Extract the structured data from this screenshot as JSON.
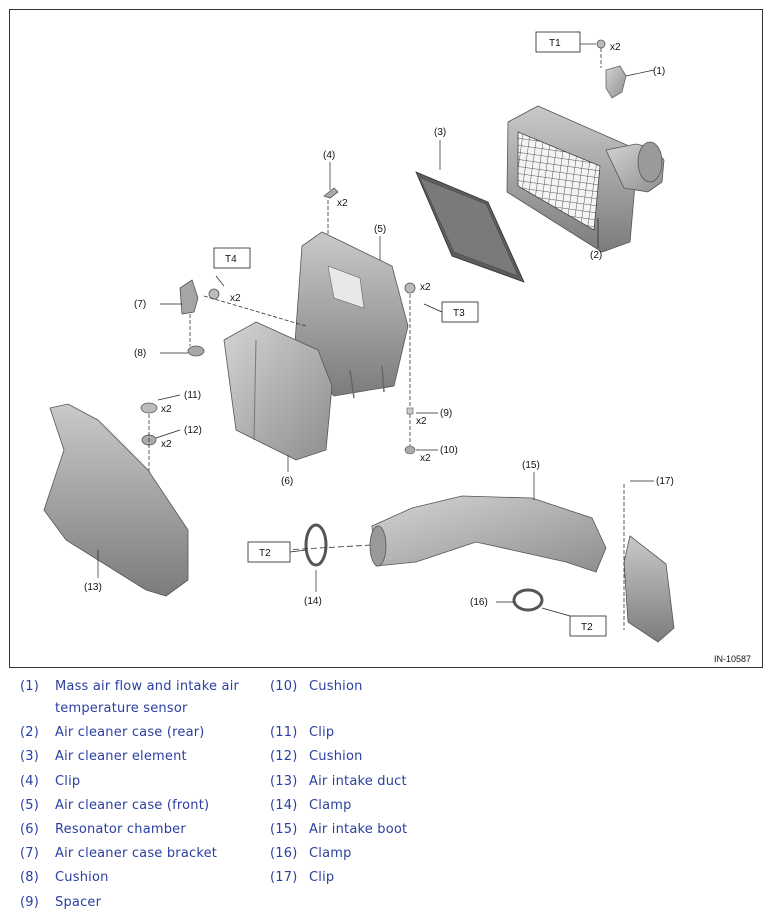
{
  "diagram": {
    "image_id_label": "IN-10587",
    "multiplier_label": "x2",
    "callouts": {
      "c1": "(1)",
      "c2": "(2)",
      "c3": "(3)",
      "c4": "(4)",
      "c5": "(5)",
      "c6": "(6)",
      "c7": "(7)",
      "c8": "(8)",
      "c9": "(9)",
      "c10": "(10)",
      "c11": "(11)",
      "c12": "(12)",
      "c13": "(13)",
      "c14": "(14)",
      "c15": "(15)",
      "c16": "(16)",
      "c17": "(17)"
    },
    "torque_tags": {
      "t1": "T1",
      "t2": "T2",
      "t3": "T3",
      "t4": "T4"
    }
  },
  "legend": {
    "left": [
      {
        "num": "(1)",
        "text": "Mass air flow and intake air"
      },
      {
        "num": "",
        "text": "temperature sensor"
      },
      {
        "num": "(2)",
        "text": "Air cleaner case (rear)"
      },
      {
        "num": "(3)",
        "text": "Air cleaner element"
      },
      {
        "num": "(4)",
        "text": "Clip"
      },
      {
        "num": "(5)",
        "text": "Air cleaner case (front)"
      },
      {
        "num": "(6)",
        "text": "Resonator chamber"
      },
      {
        "num": "(7)",
        "text": "Air cleaner case bracket"
      },
      {
        "num": "(8)",
        "text": "Cushion"
      },
      {
        "num": "(9)",
        "text": "Spacer"
      }
    ],
    "right": [
      {
        "num": "(10)",
        "text": "Cushion"
      },
      {
        "num": "(11)",
        "text": "Clip"
      },
      {
        "num": "(12)",
        "text": "Cushion"
      },
      {
        "num": "(13)",
        "text": "Air intake duct"
      },
      {
        "num": "(14)",
        "text": "Clamp"
      },
      {
        "num": "(15)",
        "text": "Air intake boot"
      },
      {
        "num": "(16)",
        "text": "Clamp"
      },
      {
        "num": "(17)",
        "text": "Clip"
      }
    ]
  },
  "colors": {
    "legend_text": "#2a3fa0",
    "part_fill": "#b9b9b9",
    "part_dark": "#8d8d8d"
  }
}
